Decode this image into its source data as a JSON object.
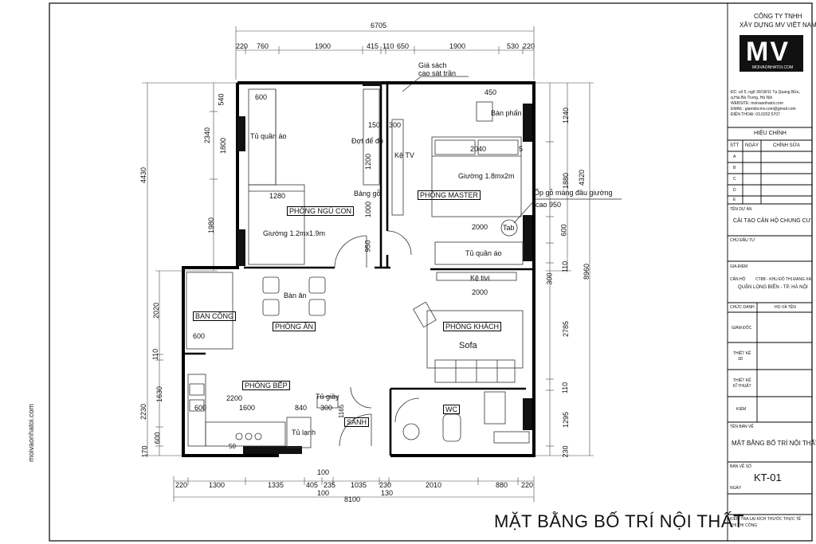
{
  "drawing_title": "MẶT BẰNG BỐ TRÍ NỘI THẤT",
  "website_vertical": "moivaonhatoi.com",
  "overall_dims": {
    "total_width_top": "6705",
    "total_width_bottom": "8100",
    "total_height_right": "8960",
    "left_height": "4430",
    "right_height": "4320"
  },
  "top_dims": [
    "220",
    "760",
    "1900",
    "415",
    "110",
    "650",
    "1900",
    "530",
    "220"
  ],
  "bottom_dims_row1": [
    "220",
    "1300",
    "1335",
    "405",
    "235",
    "1035",
    "230",
    "2010",
    "880",
    "220"
  ],
  "bottom_dims_misc": [
    "100",
    "100",
    "130"
  ],
  "left_dims": [
    "540",
    "1800",
    "2340",
    "1980",
    "2020",
    "110",
    "1630",
    "2230",
    "600",
    "170"
  ],
  "right_dims": [
    "1240",
    "1880",
    "600",
    "110",
    "300",
    "2785",
    "110",
    "1295",
    "230"
  ],
  "rooms": {
    "phong_ngu_con": "PHÒNG NGỦ CON",
    "phong_master": "PHÒNG MASTER",
    "phong_an": "PHÒNG ĂN",
    "phong_khach": "PHÒNG KHÁCH",
    "phong_bep": "PHÒNG BẾP",
    "ban_cong": "BAN CÔNG",
    "sanh": "SẢNH",
    "wc": "WC"
  },
  "labels": {
    "tu_quan_ao_1": "Tủ quần áo",
    "tu_quan_ao_2": "Tủ quần áo",
    "dot_de_do": "Đợt để đồ",
    "bang_go": "Bảng gỗ",
    "giuong_con": "Giường 1.2mx1.9m",
    "giuong_master": "Giường 1.8mx2m",
    "ke_tv": "Kệ TV",
    "ban_phan": "Bàn phấn",
    "gia_sach_1": "Giá sách",
    "gia_sach_2": "cao sát trần",
    "op_go_1": "Ốp gỗ máng đầu giường",
    "op_go_2": "cao 950",
    "tab": "Tab",
    "ke_tivi": "Kệ tivi",
    "ban_an": "Bàn ăn",
    "sofa": "Sofa",
    "tu_giay": "Tủ giầy",
    "tu_lanh": "Tủ lạnh"
  },
  "inner_dims": {
    "d600_a": "600",
    "d1280": "1280",
    "d150": "150",
    "d300_a": "300",
    "d1200": "1200",
    "d1000": "1000",
    "d950": "950",
    "d450": "450",
    "d2040": "2040",
    "d5": "5",
    "d2000_a": "2000",
    "d2000_b": "2000",
    "d600_b": "600",
    "d2200": "2200",
    "d1600": "1600",
    "d840": "840",
    "d300_b": "300",
    "d1165": "1165",
    "d600_c": "600",
    "d50": "50"
  },
  "company": {
    "line1": "CÔNG TY TNHH",
    "line2": "XÂY DỰNG MV VIỆT NAM",
    "logo": "MV",
    "logo_sub": "MOIVAONHATOI.COM",
    "addr1": "ĐC: số 5, ngõ 30/18/11 Tạ Quang Bửu,",
    "addr2": "q.Hai Bà Trưng, Hà Nội",
    "web": "WEBSITE: moivaonhatoi.com",
    "email": "EMAIL: giamdocmv.com@gmail.com",
    "phone": "ĐIỆN THOẠI: 03.0252.5707"
  },
  "revision": {
    "title": "HIỆU CHỈNH",
    "col_stt": "STT",
    "col_ngay": "NGÀY",
    "col_sua": "CHỈNH SỬA",
    "rows": [
      "A",
      "B",
      "C",
      "D",
      "E"
    ]
  },
  "project": {
    "label": "TÊN DỰ ÁN",
    "value": "CẢI TẠO CĂN HỘ CHUNG CƯ",
    "owner_label": "CHỦ ĐẦU TƯ",
    "location_label": "GIA ĐIỂM",
    "location_1a": "CĂN HỘ",
    "location_1b": "CT8B - KHU ĐÔ THỊ ĐANG XÁ",
    "location_2": "QUẬN LONG BIÊN - TP. HÀ NỘI"
  },
  "signatures": {
    "col_role": "CHỨC DANH",
    "col_name": "HỌ VÀ TÊN",
    "giam_doc": "GIÁM ĐỐC",
    "tk3d_1": "THIẾT KẾ",
    "tk3d_2": "3D",
    "tkkt_1": "THIẾT KẾ",
    "tkkt_2": "KĨ THUẬT",
    "kiem": "KIỂM"
  },
  "drawing_info": {
    "name_label": "TÊN BẢN VẼ",
    "name": "MẶT BẰNG BỐ TRÍ NỘI THẤT",
    "number_label": "BẢN VẼ SỐ",
    "number": "KT-01",
    "date_label": "NGÀY",
    "note1": "KIỂM TRA LẠI KÍCH THƯỚC THỰC TẾ",
    "note2": "KHI THI CÔNG"
  }
}
